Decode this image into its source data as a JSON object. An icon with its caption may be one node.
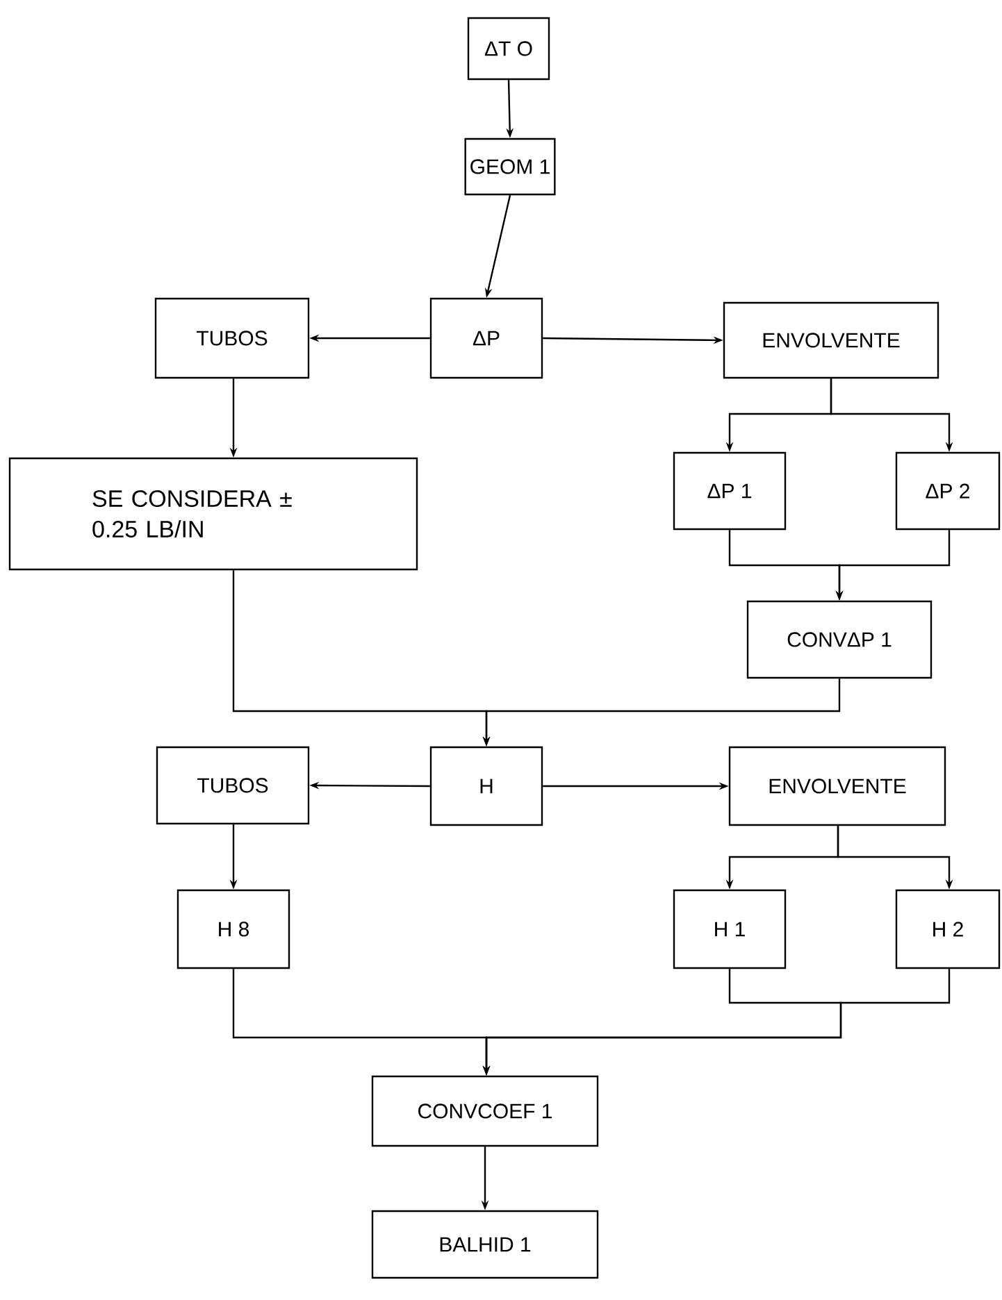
{
  "diagram": {
    "nodes": [
      {
        "text": [
          "ΔT O"
        ]
      },
      {
        "text": [
          "GEOM 1"
        ]
      },
      {
        "text": [
          "TUBOS"
        ]
      },
      {
        "text": [
          "ΔP"
        ]
      },
      {
        "text": [
          "ENVOLVENTE"
        ]
      },
      {
        "text": [
          "SE CONSIDERA ± 0.25 LB/IN"
        ]
      },
      {
        "text": [
          "ΔP 1"
        ]
      },
      {
        "text": [
          "ΔP 2"
        ]
      },
      {
        "text": [
          "CONVΔP 1"
        ]
      },
      {
        "text": [
          "TUBOS"
        ]
      },
      {
        "text": [
          "H"
        ]
      },
      {
        "text": [
          "ENVOLVENTE"
        ]
      },
      {
        "text": [
          "H 8"
        ]
      },
      {
        "text": [
          "H 1"
        ]
      },
      {
        "text": [
          "H 2"
        ]
      },
      {
        "text": [
          "CONVCOEF 1"
        ]
      },
      {
        "text": [
          "BALHID 1"
        ]
      }
    ],
    "edges": [
      {
        "from": 0,
        "to": 1,
        "arrow": "to"
      },
      {
        "from": 1,
        "to": 3,
        "arrow": "to"
      },
      {
        "from": 3,
        "to": 2,
        "arrow": "to"
      },
      {
        "from": 3,
        "to": 4,
        "arrow": "to"
      },
      {
        "from": 2,
        "to": 5,
        "arrow": "to"
      },
      {
        "from": 4,
        "to": 6,
        "arrow": "to"
      },
      {
        "from": 4,
        "to": 7,
        "arrow": "to"
      },
      {
        "from": 6,
        "to": 8,
        "arrow": "to"
      },
      {
        "from": 7,
        "to": 8,
        "arrow": "to"
      },
      {
        "from": 5,
        "to": 10,
        "arrow": "to"
      },
      {
        "from": 8,
        "to": 10,
        "arrow": "to"
      },
      {
        "from": 10,
        "to": 9,
        "arrow": "to"
      },
      {
        "from": 10,
        "to": 11,
        "arrow": "to"
      },
      {
        "from": 9,
        "to": 12,
        "arrow": "to"
      },
      {
        "from": 11,
        "to": 13,
        "arrow": "to"
      },
      {
        "from": 11,
        "to": 14,
        "arrow": "to"
      },
      {
        "from": 12,
        "to": 15,
        "arrow": "to"
      },
      {
        "from": 13,
        "to": 15,
        "arrow": "to"
      },
      {
        "from": 14,
        "to": 15,
        "arrow": "to"
      },
      {
        "from": 15,
        "to": 16,
        "arrow": "to"
      }
    ]
  }
}
